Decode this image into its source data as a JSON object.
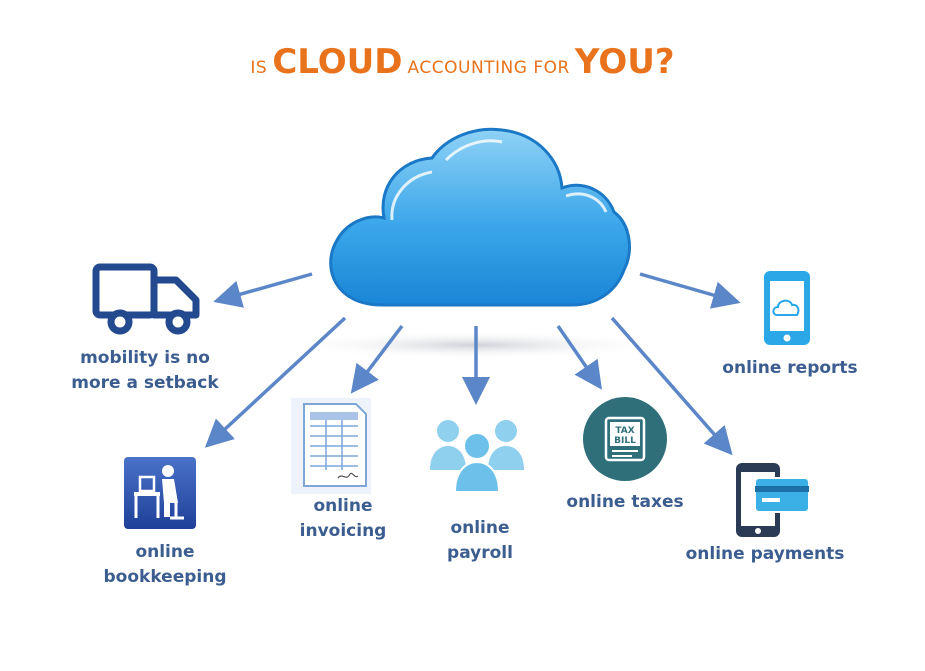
{
  "title": {
    "part1": "IS",
    "part2": "CLOUD",
    "part3": "ACCOUNTING FOR",
    "part4": "YOU?"
  },
  "nodes": {
    "mobility": {
      "line1": "mobility is no",
      "line2": "more a setback",
      "icon": "delivery-truck-icon"
    },
    "bookkeeping": {
      "line1": "online",
      "line2": "bookkeeping",
      "icon": "desk-worker-icon"
    },
    "invoicing": {
      "line1": "online",
      "line2": "invoicing",
      "icon": "invoice-document-icon"
    },
    "payroll": {
      "line1": "online",
      "line2": "payroll",
      "icon": "people-group-icon"
    },
    "taxes": {
      "line1": "online taxes",
      "icon": "tax-bill-icon",
      "icon_text1": "TAX",
      "icon_text2": "BILL"
    },
    "payments": {
      "line1": "online payments",
      "icon": "phone-card-icon"
    },
    "reports": {
      "line1": "online reports",
      "icon": "phone-cloud-icon"
    }
  },
  "colors": {
    "title": "#e8731c",
    "label": "#3b5d8f",
    "arrow": "#5b86c8",
    "cloud_top": "#8fd2f6",
    "cloud_bottom": "#1a86d6",
    "truck": "#23498f",
    "tax_circle": "#2f6f7a"
  }
}
